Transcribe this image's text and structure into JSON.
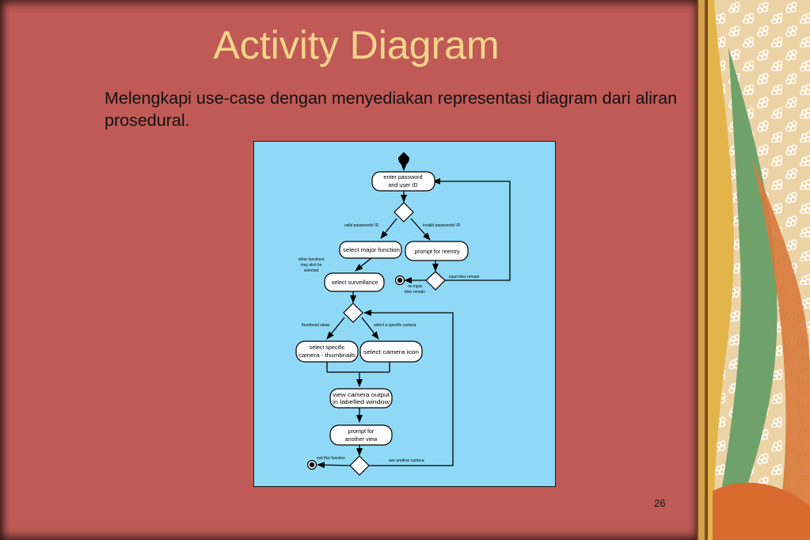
{
  "slide": {
    "title": "Activity Diagram",
    "subtitle": "Melengkapi use-case dengan menyediakan representasi diagram dari aliran prosedural.",
    "page_number": "26"
  },
  "diagram": {
    "nodes": {
      "enter_password": [
        "enter password",
        "and user ID"
      ],
      "select_major": "select major function",
      "prompt_reentry": "prompt for reentry",
      "select_surveillance": "select surveillance",
      "select_specific_thumb": [
        "select specific",
        "camera - thumbnails"
      ],
      "select_camera_icon": "select camera icon",
      "view_camera_output": [
        "view camera output",
        "in labelled window"
      ],
      "prompt_another": [
        "prompt for",
        "another view"
      ]
    },
    "labels": {
      "valid": "valid passwords/ ID",
      "invalid": "invalid passwords/ ID",
      "other_functions": [
        "other functions",
        "may also be",
        "selected"
      ],
      "input_tries_remain": "input tries remain",
      "no_input": [
        "no input",
        "tries remain"
      ],
      "thumbnail_views": "thumbnail views",
      "select_specific_camera": "select a specific camera",
      "exit_function": "exit this function",
      "see_another": "see another camera"
    }
  },
  "colors": {
    "slide_bg": "#c05a56",
    "title": "#f6d48a",
    "diagram_bg": "#8fd9f6"
  }
}
